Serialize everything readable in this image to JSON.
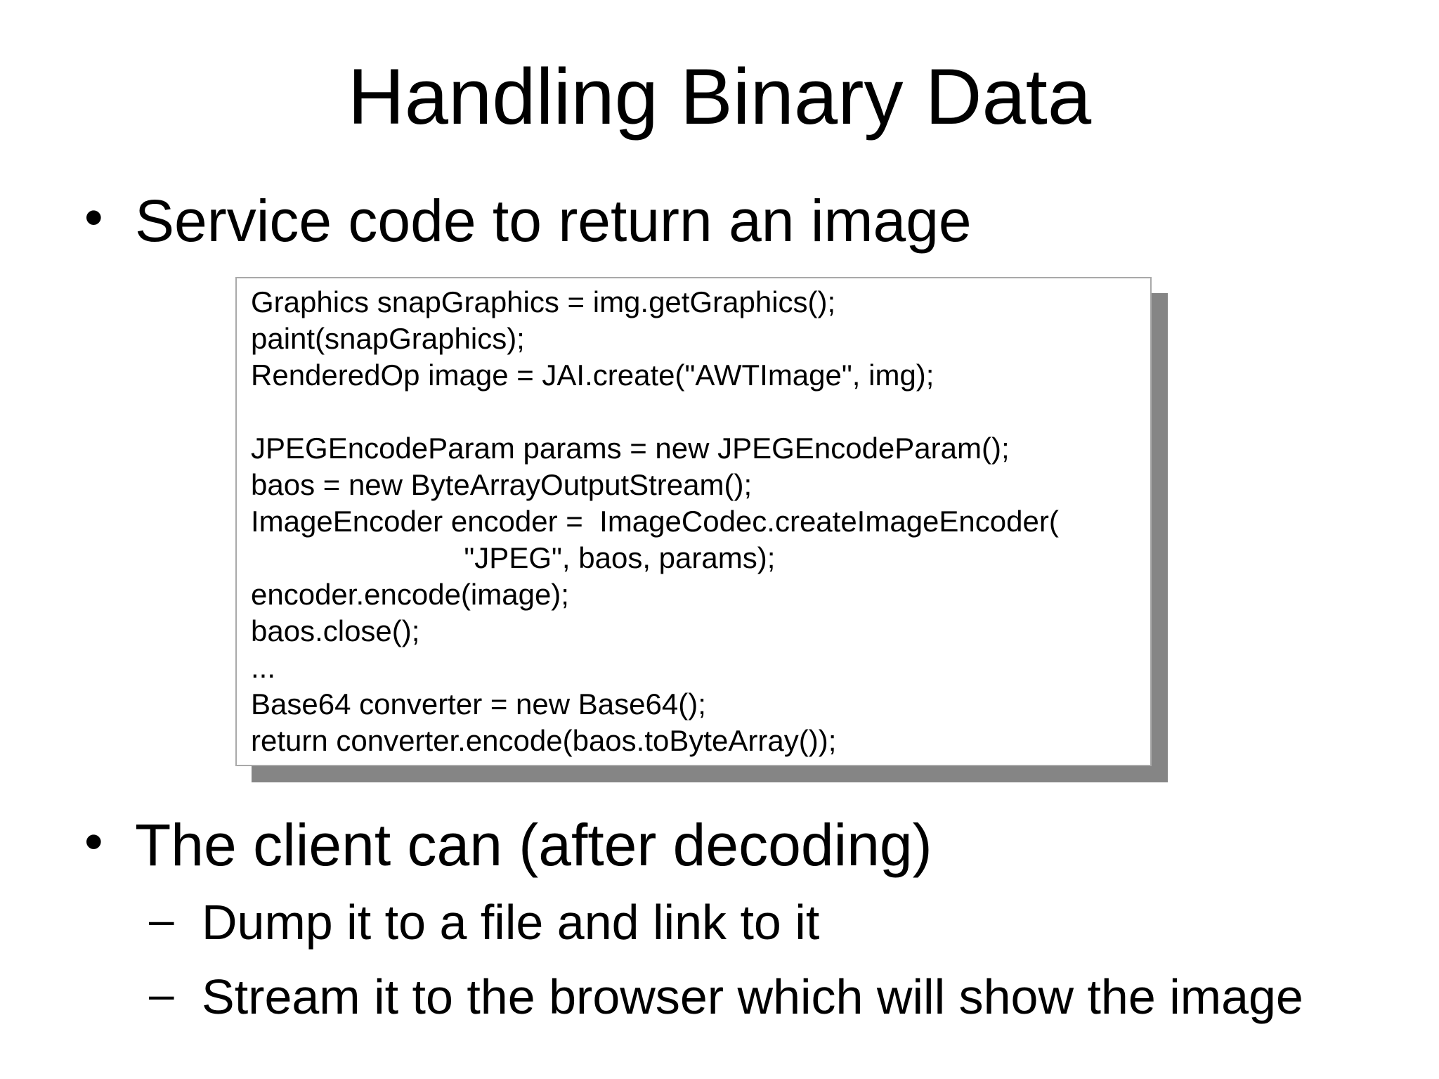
{
  "slide": {
    "title": "Handling Binary Data",
    "bullets": {
      "service": {
        "marker": "•",
        "text": "Service code to return an image"
      },
      "client": {
        "marker": "•",
        "text": "The client can (after decoding)"
      },
      "dump": {
        "marker": "–",
        "text": "Dump it to a file and link to it"
      },
      "stream": {
        "marker": "–",
        "text": "Stream it to the browser which will show the image"
      }
    },
    "code": {
      "lines": [
        "Graphics snapGraphics = img.getGraphics();",
        "paint(snapGraphics);",
        "RenderedOp image = JAI.create(\"AWTImage\", img);",
        "",
        "JPEGEncodeParam params = new JPEGEncodeParam();",
        "baos = new ByteArrayOutputStream();",
        "ImageEncoder encoder =  ImageCodec.createImageEncoder(",
        "                          \"JPEG\", baos, params);",
        "encoder.encode(image);",
        "baos.close();",
        "...",
        "Base64 converter = new Base64();",
        "return converter.encode(baos.toByteArray());"
      ]
    },
    "colors": {
      "background": "#ffffff",
      "text": "#000000",
      "code_box_border": "#a9a9a9",
      "code_box_shadow": "#858585"
    }
  }
}
